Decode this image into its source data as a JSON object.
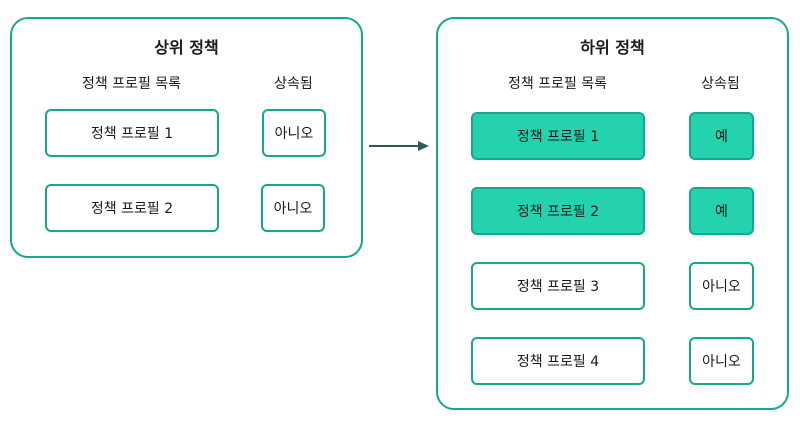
{
  "parent": {
    "title": "상위 정책",
    "col_profiles": "정책 프로필 목록",
    "col_inherited": "상속됨",
    "rows": [
      {
        "profile": "정책 프로필 1",
        "inherited": "아니오"
      },
      {
        "profile": "정책 프로필 2",
        "inherited": "아니오"
      }
    ]
  },
  "child": {
    "title": "하위 정책",
    "col_profiles": "정책 프로필 목록",
    "col_inherited": "상속됨",
    "rows": [
      {
        "profile": "정책 프로필 1",
        "inherited": "예",
        "highlighted": true
      },
      {
        "profile": "정책 프로필 2",
        "inherited": "예",
        "highlighted": true
      },
      {
        "profile": "정책 프로필 3",
        "inherited": "아니오"
      },
      {
        "profile": "정책 프로필 4",
        "inherited": "아니오"
      }
    ]
  },
  "colors": {
    "border": "#14a88c",
    "highlight": "#24d3ad",
    "arrow": "#2a5f57"
  }
}
